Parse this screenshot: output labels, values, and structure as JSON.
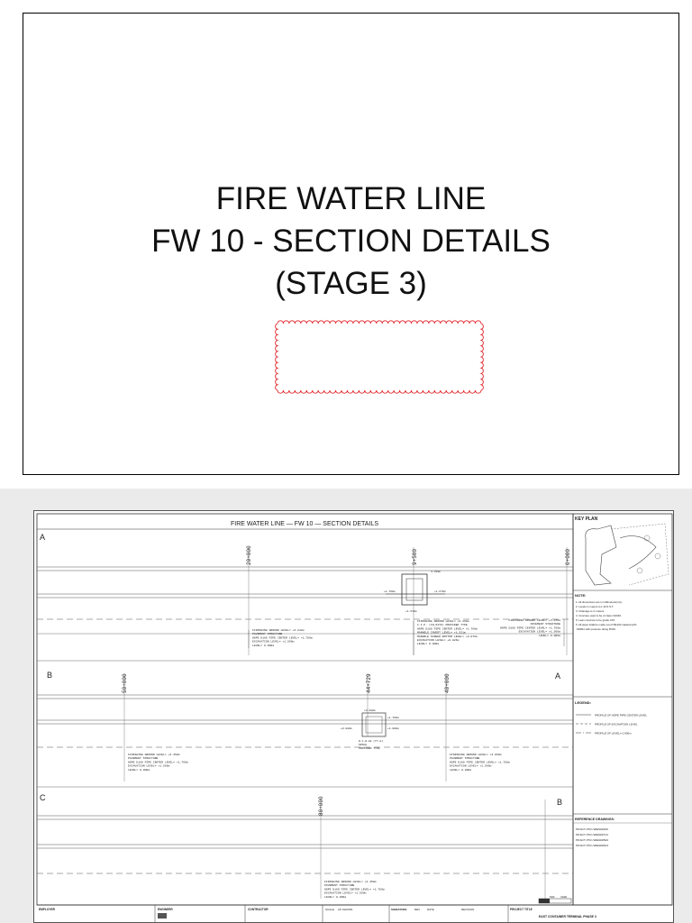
{
  "cover": {
    "title_lines": [
      "FIRE WATER LINE",
      "FW 10 - SECTION DETAILS",
      "(STAGE 3)"
    ]
  },
  "drawing": {
    "sheet_title": "FIRE WATER LINE — FW 10 — SECTION DETAILS",
    "section_a": {
      "label": "A",
      "chainages": [
        "20+000",
        "9+500",
        "0+000"
      ],
      "callout_left": [
        "FINISHING GROUND LEVEL= +3.242m",
        "PAVEMENT STRUCTURE",
        "HDPE D160 PIPE CENTER LEVEL= +1.760m",
        "EXCAVATION LEVEL= +1.560m",
        "LEVEL= 0.000m"
      ],
      "callout_mid": [
        "FINISHING GROUND LEVEL= +3.160m",
        "C.I.P. (IN-SITU) PROVIDED TYPE",
        "HDPE D160 PIPE CENTER LEVEL= +1.760m",
        "MANHOLE INVERT LEVEL= +1.521m",
        "MANHOLE SCREED BOTTOM LEVEL= +0.876m",
        "EXCAVATION LEVEL= +0.826m",
        "LEVEL= 0.000m"
      ],
      "callout_right": [
        "FINISHING GROUND LEVEL= +3.076m",
        "PAVEMENT STRUCTURE",
        "HDPE D160 PIPE CENTER LEVEL= +1.760m",
        "EXCAVATION LEVEL= +1.560m",
        "LEVEL= 0.000m"
      ],
      "dims": [
        "+1.760m",
        "+1.670m",
        "+1.670m",
        "3.700m"
      ]
    },
    "section_b": {
      "label": "B",
      "match_label": "A",
      "chainages": [
        "50+000",
        "44+729",
        "40+000"
      ],
      "callout_left": [
        "FINISHING GROUND LEVEL= +3.450m",
        "PAVEMENT STRUCTURE",
        "HDPE D160 PIPE CENTER LEVEL= +1.760m",
        "EXCAVATION LEVEL= +1.560m",
        "LEVEL= 0.000m"
      ],
      "callout_mid": [
        "D.F.W.02 (TY-A)",
        "SPACE",
        "PROVIDED TYPE"
      ],
      "callout_right": [
        "FINISHING GROUND LEVEL= +3.060m",
        "PAVEMENT STRUCTURE",
        "HDPE D160 PIPE CENTER LEVEL= +1.760m",
        "EXCAVATION LEVEL= +1.560m",
        "LEVEL= 0.000m"
      ],
      "dims": [
        "+3.380m",
        "+1.760m",
        "+1.000m",
        "+0.880m"
      ]
    },
    "section_c": {
      "label": "C",
      "match_label": "B",
      "chainages": [
        "80+000"
      ],
      "callout": [
        "FINISHING GROUND LEVEL= +3.450m",
        "PAVEMENT STRUCTURE",
        "HDPE D160 PIPE CENTER LEVEL= +1.760m",
        "EXCAVATION LEVEL= +1.560m",
        "LEVEL= 0.000m"
      ],
      "scale_bar": [
        "500",
        "1000"
      ]
    },
    "key_plan": {
      "title": "KEY PLAN"
    },
    "notes": {
      "title": "NOTE:",
      "items": [
        "1.  All dimensions are in millimeters(mm).",
        "2.  Levels in meters to L.W.O.S.T.",
        "3.  Chainage is in meters.",
        "4.  Concrete used to be of class C32/40.",
        "5.  Lean concrete to be grade C15.",
        "6.  All pipes shall be made out of PE100 material with",
        "     SDR11 with pressure rating PN16."
      ]
    },
    "legend": {
      "title": "LEGEND:",
      "items": [
        "PROFILE OF HDPE PIPE CENTER LEVEL",
        "PROFILE OF EXCAVATION LEVEL",
        "PROFILE OF LEVEL= 0.000m"
      ]
    },
    "references": {
      "title": "REFERENCE DRAWINGS:",
      "items": [
        "PD/ECT/PVC/W00000466",
        "PD/ECT/PVC/W00000711",
        "PD/ECT/PVC/W00000589",
        "PD/ECT/PVC/W00000623"
      ]
    },
    "title_block": {
      "employer": "EMPLOYER",
      "engineer": "ENGINEER",
      "contractor": "CONTRACTOR",
      "scale_label": "SCALE",
      "scale_value": "AS SHOWN",
      "signature": "SIGNATURE",
      "rev": "REV",
      "date": "DATE",
      "revision": "REVISION",
      "project_title": "PROJECT TITLE",
      "project_name": "EAST CONTAINER TERMINAL PHASE 3"
    },
    "colors": {
      "line": "#333333",
      "dashed": "#555555",
      "revision_cloud": "#e0242a"
    }
  }
}
